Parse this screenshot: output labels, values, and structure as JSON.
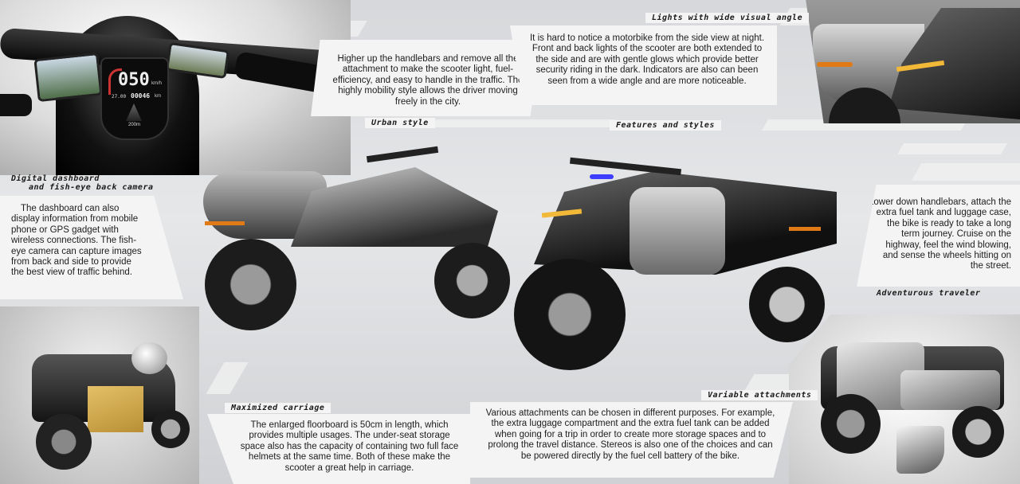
{
  "sections": {
    "dashboard": {
      "title_line1": "Digital dashboard",
      "title_line2": "and fish-eye back camera",
      "text": "The dashboard can also display information from mobile phone or GPS gadget with wireless connections. The fish-eye camera can capture images from back and side to provide the best view of traffic behind.",
      "speed": "050",
      "speed_unit": "km/h",
      "trip": "27.00",
      "odometer": "00046",
      "odometer_unit": "km",
      "range": "200m"
    },
    "urban": {
      "title": "Urban style",
      "text": "Higher up the handlebars and remove all the attachment to make the scooter light, fuel-efficiency, and easy to handle in the traffic. The highly mobility style allows the driver moving freely in the city."
    },
    "lights": {
      "title": "Lights with wide visual angle",
      "text": "It is hard to notice a motorbike from the side view at night. Front and back lights of the scooter are both extended to the side and are with gentle glows which provide better security riding in the dark. Indicators are also can been seen from a wide angle and are more noticeable."
    },
    "features": {
      "title": "Features and styles"
    },
    "adventurous": {
      "title": "Adventurous traveler",
      "text": "Lower down handlebars, attach the extra fuel tank and luggage case, the bike is ready to take a long term journey. Cruise on the highway, feel the wind blowing, and sense the wheels hitting on the street."
    },
    "carriage": {
      "title": "Maximized carriage",
      "text": "The enlarged floorboard is 50cm in length, which provides multiple usages. The under-seat storage space also has the capacity of containing two full face helmets at the same time. Both of these make the scooter a great help in carriage."
    },
    "variable": {
      "title": "Variable attachments",
      "text": "Various attachments can be chosen in different purposes. For example, the extra luggage compartment and the extra fuel tank can be added when going for a trip in order to create more storage spaces and to prolong the travel distance. Stereos is also one of the choices and can be powered directly by the fuel cell battery of the bike."
    }
  }
}
